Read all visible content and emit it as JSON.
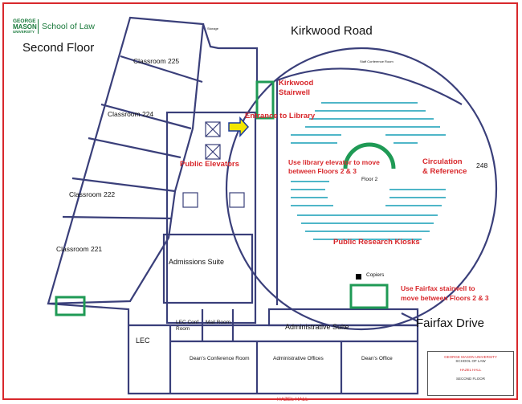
{
  "logo": {
    "line1": "GEORGE",
    "line2": "MASON",
    "line3": "UNIVERSITY",
    "school": "School of Law"
  },
  "floor_label": "Second Floor",
  "streets": {
    "north": "Kirkwood Road",
    "east": "Fairfax Drive",
    "south": "HAZEL HALL"
  },
  "rooms": {
    "classroom_225": "Classroom 225",
    "classroom_224": "Classroom 224",
    "classroom_222": "Classroom 222",
    "classroom_221": "Classroom 221",
    "admissions": "Admissions Suite",
    "administrative": "Administrative Suite",
    "lec": "LEC",
    "lec_conf_1": "LEC Conf",
    "lec_conf_2": "Room",
    "mail": "Mail Room",
    "deans_conf": "Dean's Conference Room",
    "admin_offices": "Administrative Offices",
    "deans_office": "Dean's Office",
    "floor2": "Floor 2",
    "copiers": "Copiers",
    "room_248": "248",
    "storage": "Storage",
    "staff_conference": "Staff Conference Room"
  },
  "annotations": {
    "kirkwood_1": "Kirkwood",
    "kirkwood_2": "Stairwell",
    "entrance": "Entrance to Library",
    "elevators": "Public Elevators",
    "lib_elev_1": "Use library elevator to move",
    "lib_elev_2": "between Floors 2 & 3",
    "circ_1": "Circulation",
    "circ_2": "& Reference",
    "kiosks": "Public Research Kiosks",
    "fairfax_1": "Use Fairfax stairwell to",
    "fairfax_2": "move between Floors 2 & 3"
  },
  "title_block": {
    "line1": "GEORGE MASON UNIVERSITY",
    "line2": "SCHOOL OF LAW",
    "line3": "HAZEL HALL",
    "line4": "SECOND FLOOR"
  },
  "colors": {
    "border": "#d8282c",
    "walls": "#3a3f7a",
    "label_red": "#d8282c",
    "arrow": "#f2e600",
    "stairs": "#1f9a55",
    "seating": "#4fb6c8"
  }
}
